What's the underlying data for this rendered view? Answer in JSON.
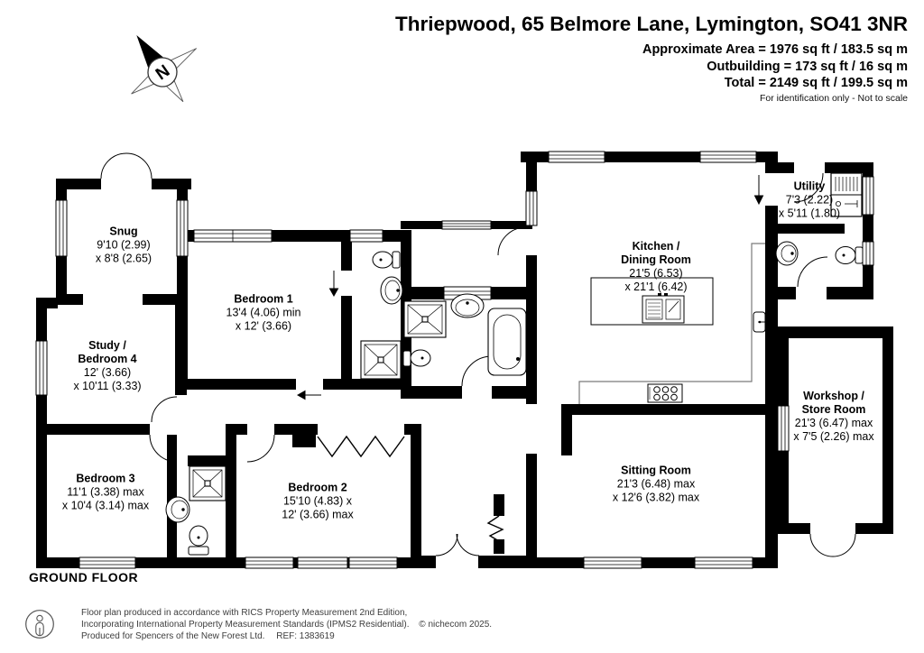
{
  "header": {
    "title": "Thriepwood, 65 Belmore Lane, Lymington, SO41 3NR",
    "approx_area": "Approximate Area = 1976 sq ft / 183.5 sq m",
    "outbuilding": "Outbuilding = 173 sq ft / 16 sq m",
    "total": "Total = 2149 sq ft / 199.5 sq m",
    "disclaimer": "For identification only - Not to scale"
  },
  "compass": {
    "north_label": "N"
  },
  "plan": {
    "floor_label": "GROUND FLOOR",
    "rooms": [
      {
        "id": "snug",
        "name": "Snug",
        "dim1": "9'10 (2.99)",
        "dim2": "x 8'8 (2.65)"
      },
      {
        "id": "study-bedroom4",
        "name": "Study /",
        "name2": "Bedroom 4",
        "dim1": "12' (3.66)",
        "dim2": "x 10'11 (3.33)"
      },
      {
        "id": "bedroom3",
        "name": "Bedroom 3",
        "dim1": "11'1 (3.38) max",
        "dim2": "x 10'4 (3.14) max"
      },
      {
        "id": "bedroom1",
        "name": "Bedroom 1",
        "dim1": "13'4 (4.06) min",
        "dim2": "x 12' (3.66)"
      },
      {
        "id": "bedroom2",
        "name": "Bedroom 2",
        "dim1": "15'10 (4.83) x",
        "dim2": "12' (3.66) max"
      },
      {
        "id": "kitchen-dining",
        "name": "Kitchen /",
        "name2": "Dining Room",
        "dim1": "21'5 (6.53)",
        "dim2": "x 21'1 (6.42)"
      },
      {
        "id": "utility",
        "name": "Utility",
        "dim1": "7'3 (2.22)",
        "dim2": "x 5'11 (1.80)"
      },
      {
        "id": "workshop-store",
        "name": "Workshop /",
        "name2": "Store Room",
        "dim1": "21'3 (6.47) max",
        "dim2": "x 7'5 (2.26) max"
      },
      {
        "id": "sitting-room",
        "name": "Sitting Room",
        "dim1": "21'3 (6.48) max",
        "dim2": "x 12'6 (3.82) max"
      }
    ]
  },
  "footer": {
    "line1": "Floor plan produced in accordance with RICS Property Measurement 2nd Edition,",
    "line2": "Incorporating International Property Measurement Standards (IPMS2 Residential).",
    "copyright": "© nichecom 2025.",
    "line3": "Produced for Spencers of the New Forest Ltd.",
    "ref": "REF: 1383619"
  }
}
